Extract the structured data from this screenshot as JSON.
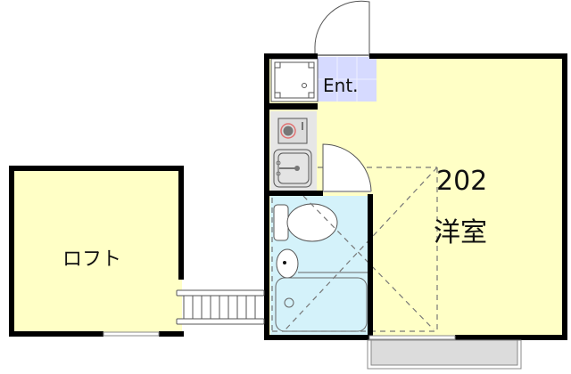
{
  "floorplan": {
    "unit_number": "202",
    "rooms": [
      {
        "id": "main",
        "label": "洋室"
      },
      {
        "id": "entrance",
        "label": "Ent."
      },
      {
        "id": "loft",
        "label": "ロフト"
      }
    ],
    "fixtures": [
      "shoe-cabinet",
      "stove",
      "kitchen-sink",
      "toilet",
      "wash-basin",
      "bathtub",
      "ladder",
      "balcony"
    ],
    "colors": {
      "room_fill": "#ffffc6",
      "entrance_fill": "#d6daff",
      "bath_fill": "#d4f2fa",
      "kitchen_fill": "#e6e6e6",
      "balcony_fill": "#dcdcdc",
      "wall": "#000000"
    }
  }
}
